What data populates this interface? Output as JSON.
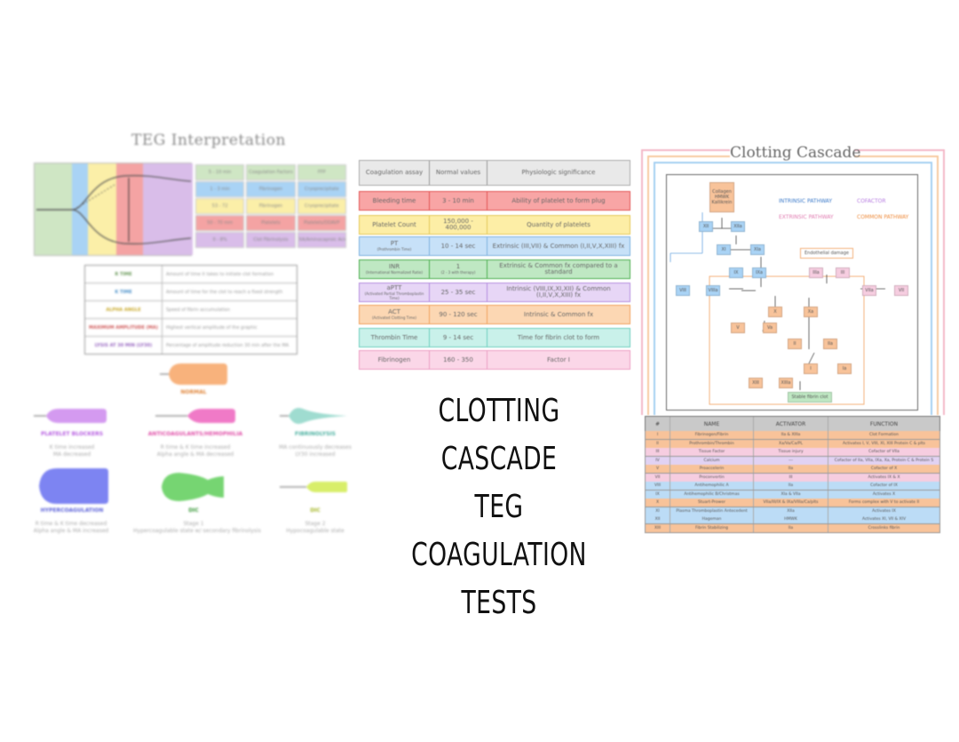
{
  "title_lines": [
    "CLOTTING CASCADE",
    "TEG",
    "COAGULATION TESTS"
  ],
  "colors": {
    "green": "#cfe6c4",
    "blue": "#a9d3f5",
    "yellow": "#fbefa8",
    "red": "#f4a3a3",
    "purple": "#d9bde9",
    "orange": "#f8c39a",
    "pink": "#f6cde0",
    "teal": "#bdeee4",
    "lavender": "#e1d2f3"
  },
  "teg": {
    "title": "TEG Interpretation",
    "key_rows": [
      [
        "5 - 10 min",
        "Coagulation Factors",
        "FFP"
      ],
      [
        "1 - 3 min",
        "Fibrinogen",
        "Cryoprecipitate"
      ],
      [
        "53 - 72",
        "Fibrinogen",
        "Cryoprecipitate"
      ],
      [
        "50 - 70 mm",
        "Platelets",
        "Platelets/DDAVP"
      ],
      [
        "0 - 8%",
        "Clot Fibrinolysis",
        "TXA/Aminocaproic Acid"
      ]
    ],
    "definitions": [
      {
        "term": "R TIME",
        "desc": "Amount of time it takes to initiate clot formation"
      },
      {
        "term": "K TIME",
        "desc": "Amount of time for the clot to reach a fixed strength"
      },
      {
        "term": "ALPHA ANGLE",
        "desc": "Speed of fibrin accumulation"
      },
      {
        "term": "MAXIMUM AMPLITUDE (MA)",
        "desc": "Highest vertical amplitude of the graphic"
      },
      {
        "term": "LYSIS AT 30 MIN (LY30)",
        "desc": "Percentage of amplitude reduction 30 min after the MA"
      }
    ],
    "shapes": {
      "normal": {
        "label": "NORMAL"
      },
      "platelet": {
        "label": "PLATELET BLOCKERS",
        "notes": [
          "K time increased",
          "MA decreased"
        ]
      },
      "anticoag": {
        "label": "ANTICOAGULANTS/HEMOPHILIA",
        "notes": [
          "R time & K time increased",
          "Alpha angle & MA decreased"
        ]
      },
      "fibrinolysis": {
        "label": "FIBRINOLYSIS",
        "notes": [
          "MA continuously decreases",
          "LY30 increased"
        ]
      },
      "hyper": {
        "label": "HYPERCOAGULATION",
        "notes": [
          "R time & K time decreased",
          "Alpha angle & MA increased"
        ]
      },
      "dic1": {
        "label": "DIC",
        "notes": [
          "Stage 1",
          "Hypercoagulable state w/ secondary fibrinolysis"
        ]
      },
      "dic2": {
        "label": "DIC",
        "notes": [
          "Stage 2",
          "Hypocoagulable state"
        ]
      }
    }
  },
  "assay": {
    "headers": [
      "Coagulation assay",
      "Normal values",
      "Physiologic significance"
    ],
    "rows": [
      {
        "name": "Bleeding time",
        "sub": "",
        "normal": "3 - 10 min",
        "normal_sub": "",
        "sig": "Ability of platelet to form plug",
        "color": "#f8a5a5",
        "border": "#e25555"
      },
      {
        "name": "Platelet Count",
        "sub": "",
        "normal": "150,000 - 400,000",
        "normal_sub": "",
        "sig": "Quantity of platelets",
        "color": "#fdeea6",
        "border": "#e3c85a"
      },
      {
        "name": "PT",
        "sub": "(Prothrombin Time)",
        "normal": "10 - 14 sec",
        "normal_sub": "",
        "sig": "Extrinsic (III,VII) & Common (I,II,V,X,XIII) fx",
        "color": "#c7e1f8",
        "border": "#7fb2df"
      },
      {
        "name": "INR",
        "sub": "(International Normalized Ratio)",
        "normal": "1",
        "normal_sub": "(2 - 3 with therapy)",
        "sig": "Extrinsic & Common fx compared to a standard",
        "color": "#bfe8c3",
        "border": "#4caf50"
      },
      {
        "name": "aPTT",
        "sub": "(Activated Partial Thromboplastin Time)",
        "normal": "25 - 35 sec",
        "normal_sub": "",
        "sig": "Intrinsic (VIII,IX,XI,XII) & Common (I,II,V,X,XIII) fx",
        "color": "#e7d6f6",
        "border": "#b58ddf"
      },
      {
        "name": "ACT",
        "sub": "(Activated Clotting Time)",
        "normal": "90 - 120 sec",
        "normal_sub": "",
        "sig": "Intrinsic & Common fx",
        "color": "#fcd7b3",
        "border": "#f0a25e"
      },
      {
        "name": "Thrombin Time",
        "sub": "",
        "normal": "9 - 14 sec",
        "normal_sub": "",
        "sig": "Time for fibrin clot to form",
        "color": "#c9f1ea",
        "border": "#6fcfbf"
      },
      {
        "name": "Fibrinogen",
        "sub": "",
        "normal": "160 - 350",
        "normal_sub": "",
        "sig": "Factor I",
        "color": "#fbd7e8",
        "border": "#ec9ec4"
      }
    ]
  },
  "cascade": {
    "title": "Clotting Cascade",
    "legend": [
      {
        "text": "INTRINSIC PATHWAY",
        "color": "#3a79c9"
      },
      {
        "text": "COFACTOR",
        "color": "#b57ae0"
      },
      {
        "text": "EXTRINSIC PATHWAY",
        "color": "#e07bb0"
      },
      {
        "text": "COMMON PATHWAY",
        "color": "#ee8a3a"
      }
    ],
    "labels": {
      "collagen": "Collagen HMWK Kallikrein",
      "endothelial": "Endothelial damage",
      "stable": "Stable fibrin clot"
    },
    "nodes": [
      "XII",
      "XIIa",
      "XI",
      "XIa",
      "IX",
      "IXa",
      "VIII",
      "VIIIa",
      "IIIa",
      "III",
      "VIIa",
      "VII",
      "X",
      "Xa",
      "V",
      "Va",
      "II",
      "IIa",
      "I",
      "Ia",
      "XIII",
      "XIIIa"
    ]
  },
  "factors": {
    "headers": [
      "#",
      "NAME",
      "ACTIVATOR",
      "FUNCTION"
    ],
    "rows": [
      [
        "I",
        "Fibrinogen/Fibrin",
        "IIa & XIIIa",
        "Clot Formation"
      ],
      [
        "II",
        "Prothrombin/Thrombin",
        "Xa/Va/Ca/PL",
        "Activates I, V, VIII, XI, XIII Protein C & plts"
      ],
      [
        "III",
        "Tissue Factor",
        "Tissue injury",
        "Cofactor of VIIa"
      ],
      [
        "IV",
        "Calcium",
        "---",
        "Cofactor of IIa, VIIa, IXa, Xa, Protein C & Protein S"
      ],
      [
        "V",
        "Proaccelerin",
        "IIa",
        "Cofactor of X"
      ],
      [
        "VII",
        "Proconvertin",
        "III",
        "Activates IX & X"
      ],
      [
        "VIII",
        "Antihemophilic A",
        "IIa",
        "Cofactor of IX"
      ],
      [
        "IX",
        "Antihemophilic B/Christmas",
        "XIa & VIIa",
        "Activates X"
      ],
      [
        "X",
        "Stuart-Prower",
        "VIIa/III/IX & IXa/VIIIa/Ca/plts",
        "Forms complex with V to activate II"
      ],
      [
        "XI",
        "Plasma Thromboplastin Antecedent",
        "XIIa",
        "Activates IX"
      ],
      [
        "XII",
        "Hageman",
        "HMWK",
        "Activates XI, VII & XIV"
      ],
      [
        "XIII",
        "Fibrin Stabilizing",
        "IIa",
        "Crosslinks fibrin"
      ]
    ],
    "row_colors": [
      "#f8c39a",
      "#f8c39a",
      "#f6cde0",
      "#e1d2f3",
      "#f8c39a",
      "#f6cde0",
      "#bcdcf6",
      "#bcdcf6",
      "#f8c39a",
      "#bcdcf6",
      "#bcdcf6",
      "#f8c39a"
    ]
  }
}
